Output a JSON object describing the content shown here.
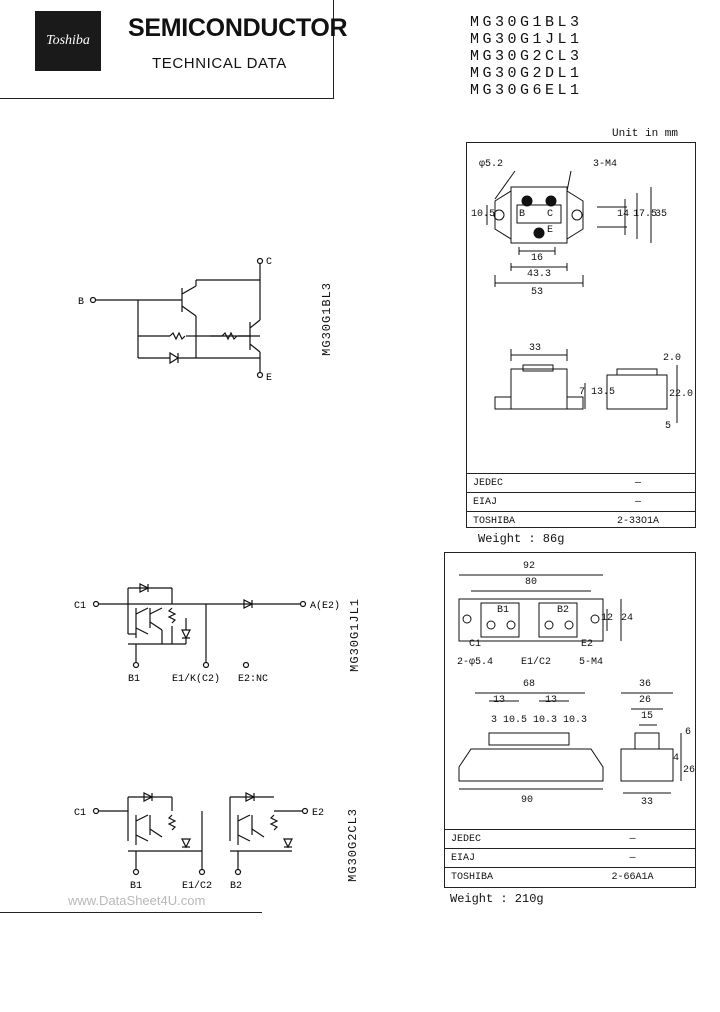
{
  "header": {
    "logo": "Toshiba",
    "title": "SEMICONDUCTOR",
    "subtitle": "TECHNICAL DATA"
  },
  "part_numbers": [
    "MG30G1BL3",
    "MG30G1JL1",
    "MG30G2CL3",
    "MG30G2DL1",
    "MG30G6EL1"
  ],
  "units_note": "Unit in mm",
  "circuit1": {
    "id": "MG30G1BL3",
    "terminal_b": "B",
    "terminal_c": "C",
    "terminal_e": "E"
  },
  "circuit2": {
    "id": "MG30G1JL1",
    "terminal_c1": "C1",
    "terminal_b1": "B1",
    "terminal_e1k": "E1/K(C2)",
    "terminal_e2nc": "E2:NC",
    "terminal_ae2": "A(E2)"
  },
  "circuit3": {
    "id": "MG30G2CL3",
    "terminal_c1": "C1",
    "terminal_b1": "B1",
    "terminal_e1c2": "E1/C2",
    "terminal_b2": "B2",
    "terminal_e2": "E2"
  },
  "package1": {
    "dims": {
      "hole": "φ5.2",
      "screw": "3-M4",
      "d16": "16",
      "d43": "43.3",
      "d53": "53",
      "d10": "10.5",
      "d14": "14",
      "d17": "17.5",
      "d35": "35",
      "d33": "33",
      "d7": "7",
      "d135": "13.5",
      "d20": "2.0",
      "d22": "22.0",
      "d5": "5"
    },
    "labels": {
      "b": "B",
      "c": "C",
      "e": "E"
    },
    "table": [
      {
        "label": "JEDEC",
        "value": "—"
      },
      {
        "label": "EIAJ",
        "value": "—"
      },
      {
        "label": "TOSHIBA",
        "value": "2-33O1A"
      }
    ],
    "weight": "Weight : 86g"
  },
  "package2": {
    "dims": {
      "d92": "92",
      "d80": "80",
      "d12": "12",
      "d24": "24",
      "holes": "2-φ5.4",
      "e1c2": "E1/C2",
      "screw": "5-M4",
      "d68": "68",
      "d13a": "13",
      "d13b": "13",
      "dsub": "3 10.5 10.3 10.3",
      "d90": "90",
      "d36": "36",
      "d26": "26",
      "d15": "15",
      "d6": "6",
      "d4": "4",
      "d26b": "26",
      "d33": "33"
    },
    "labels": {
      "b1": "B1",
      "b2": "B2",
      "c1": "C1",
      "e2": "E2"
    },
    "table": [
      {
        "label": "JEDEC",
        "value": "—"
      },
      {
        "label": "EIAJ",
        "value": "—"
      },
      {
        "label": "TOSHIBA",
        "value": "2-66A1A"
      }
    ],
    "weight": "Weight : 210g"
  },
  "watermark": "www.DataSheet4U.com"
}
